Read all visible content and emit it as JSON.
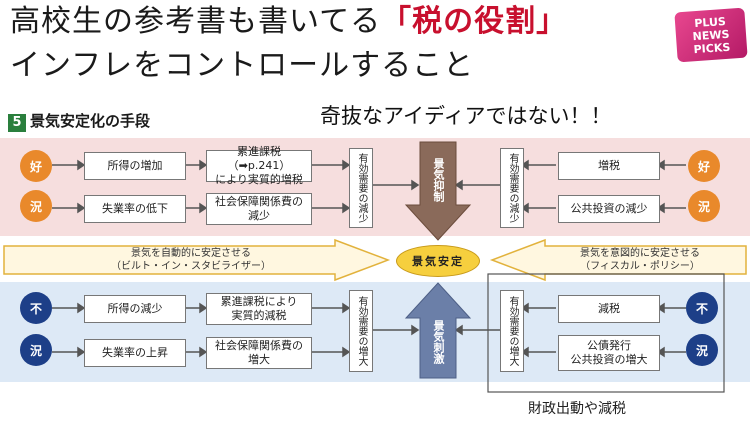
{
  "headline": {
    "line1_prefix": "高校生の参考書も書いてる",
    "line1_highlight": "「税の役割」",
    "line2": "インフレをコントロールすること"
  },
  "logo": {
    "line1": "PLUS",
    "line2": "NEWS",
    "line3": "PICKS"
  },
  "remark": "奇抜なアイディアではない！！",
  "section": {
    "number": "5",
    "title": "景気安定化の手段"
  },
  "boom": {
    "label": "好況",
    "left_row1": [
      "所得の増加",
      "累進課税（➡p.241）\nにより実質的増税"
    ],
    "left_row2": [
      "失業率の低下",
      "社会保障関係費の\n減少"
    ],
    "left_vbox": "有効需要の減少",
    "center": "景気抑制",
    "right_vbox": "有効需要の減少",
    "right_row1": "増税",
    "right_row2": "公共投資の減少"
  },
  "middle": {
    "left_line1": "景気を自動的に安定させる",
    "left_line2": "（ビルト・イン・スタビライザー）",
    "oval": "景気安定",
    "right_line1": "景気を意図的に安定させる",
    "right_line2": "（フィスカル・ポリシー）"
  },
  "recession": {
    "label": "不況",
    "left_row1": [
      "所得の減少",
      "累進課税により\n実質的減税"
    ],
    "left_row2": [
      "失業率の上昇",
      "社会保障関係費の\n増大"
    ],
    "left_vbox": "有効需要の増大",
    "center": "景気刺激",
    "right_vbox": "有効需要の増大",
    "right_row1": "減税",
    "right_row2": "公債発行\n公共投資の増大"
  },
  "caption": "財政出動や減税",
  "colors": {
    "boom_band": "#f6dede",
    "recession_band": "#dde9f6",
    "orange": "#e9892b",
    "navy": "#1d3f88",
    "oval": "#f6cf3e"
  }
}
